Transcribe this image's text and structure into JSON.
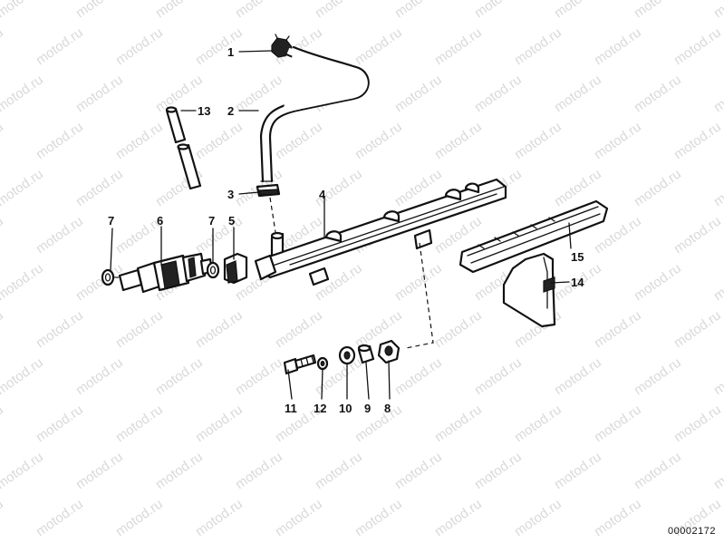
{
  "watermark": "motod.ru",
  "diagram_code": "00002172",
  "callouts": {
    "c1": "1",
    "c2": "2",
    "c3": "3",
    "c4": "4",
    "c5": "5",
    "c6": "6",
    "c7a": "7",
    "c7b": "7",
    "c8": "8",
    "c9": "9",
    "c10": "10",
    "c11": "11",
    "c12": "12",
    "c13": "13",
    "c14": "14",
    "c15": "15"
  }
}
